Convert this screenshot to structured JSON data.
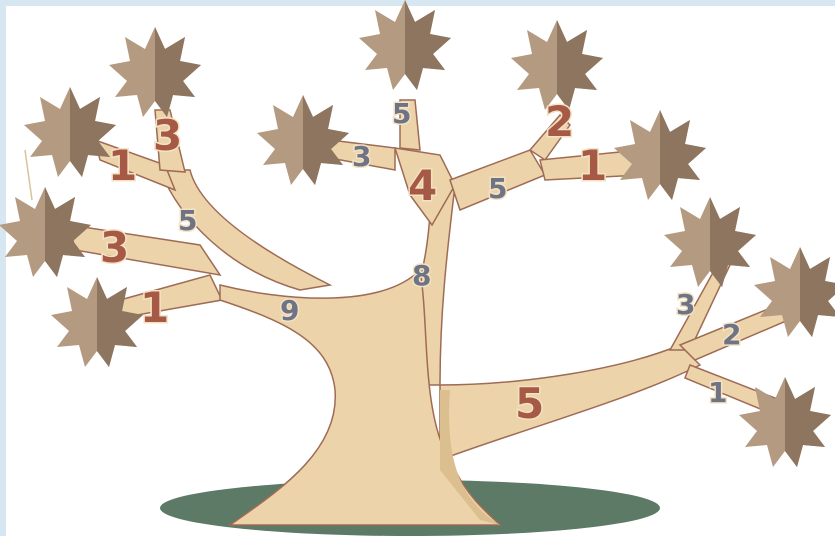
{
  "colors": {
    "frame": "#d7e7f1",
    "ground": "#5c7a66",
    "trunk": "#ecd3aa",
    "trunk_shade": "#dcbf8f",
    "trunk_outline": "#9e6b55",
    "leaf_light": "#b49a80",
    "leaf_dark": "#8e7560",
    "number_highlight": "#a65a45",
    "number_normal": "#6f7485"
  },
  "tree": {
    "trunk_label": "9",
    "left_big_branch": "5",
    "left_twig_top": "1",
    "left_twig_top2": "3",
    "left_lower_twig_a": "3",
    "left_lower_twig_b": "1",
    "center_branch": "8",
    "center_node": "4",
    "center_top": "5",
    "center_left": "3",
    "upper_right_branch": "5",
    "upper_right_a": "2",
    "upper_right_b": "1",
    "right_big_branch": "5",
    "right_a": "3",
    "right_b": "2",
    "right_c": "1"
  }
}
